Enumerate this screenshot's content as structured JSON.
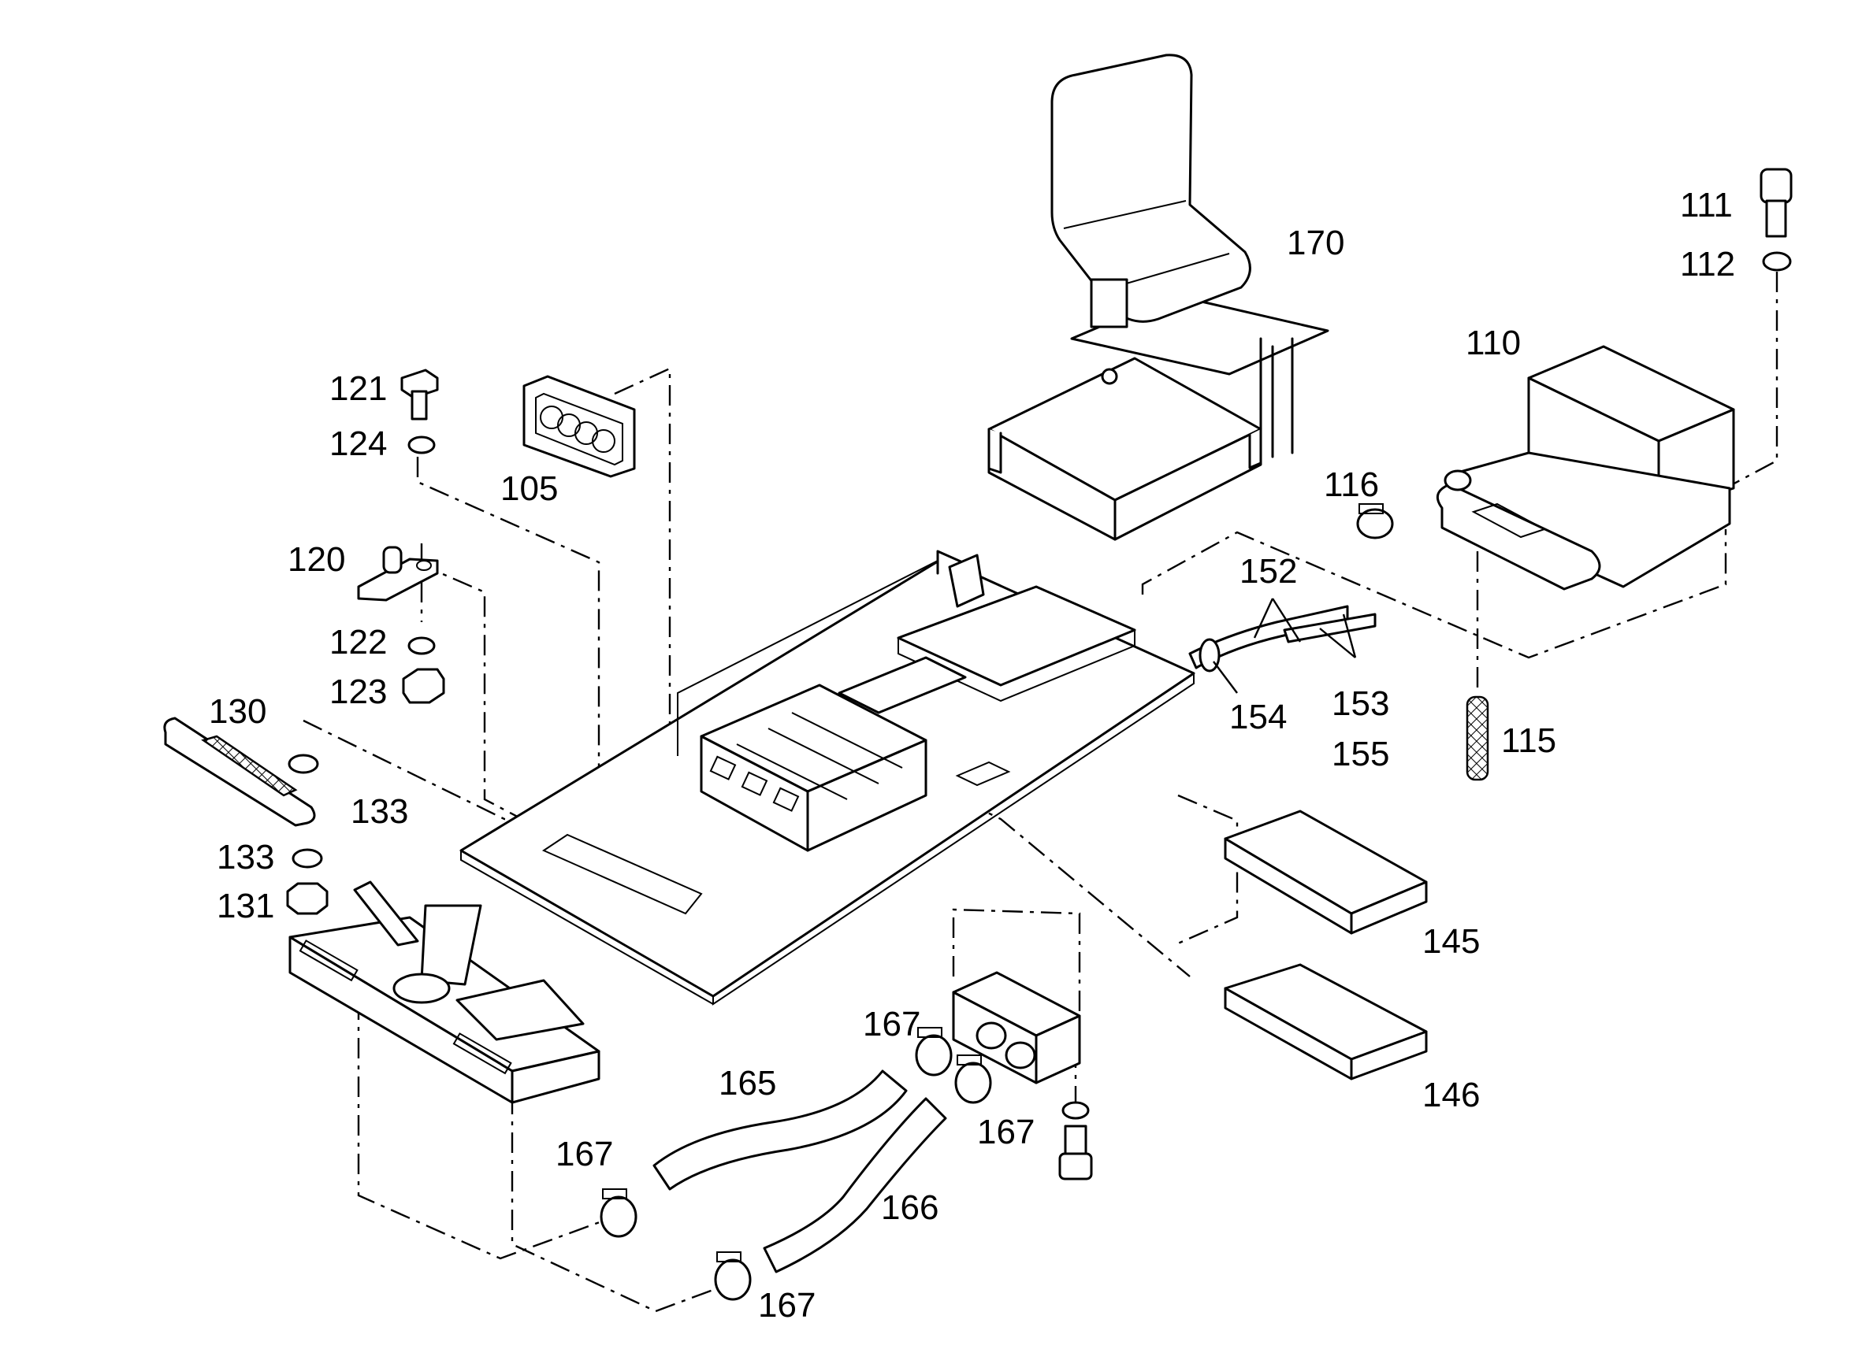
{
  "labels": {
    "p105": "105",
    "p110": "110",
    "p111": "111",
    "p112": "112",
    "p115": "115",
    "p116": "116",
    "p120": "120",
    "p121": "121",
    "p122": "122",
    "p123": "123",
    "p124": "124",
    "p130": "130",
    "p131": "131",
    "p133a": "133",
    "p133b": "133",
    "p145": "145",
    "p146": "146",
    "p152": "152",
    "p153": "153",
    "p154": "154",
    "p155": "155",
    "p165": "165",
    "p166": "166",
    "p167a": "167",
    "p167b": "167",
    "p167c": "167",
    "p167d": "167",
    "p170": "170"
  },
  "colors": {
    "line": "#000000",
    "background": "#ffffff"
  }
}
